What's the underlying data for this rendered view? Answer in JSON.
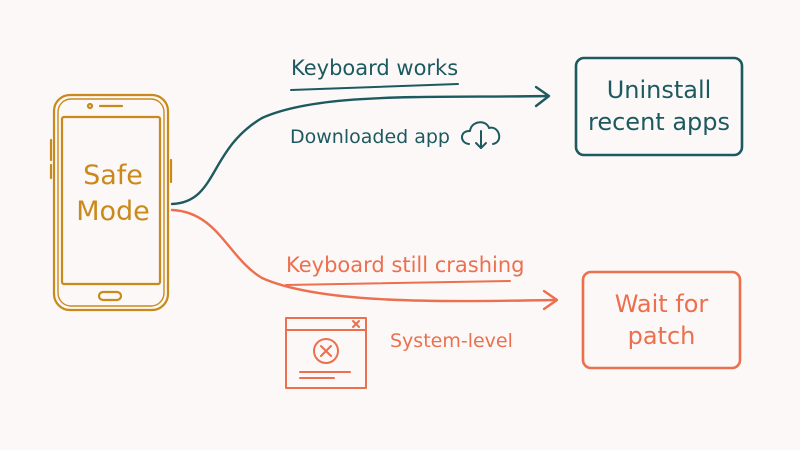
{
  "phone": {
    "line1": "Safe",
    "line2": "Mode"
  },
  "branches": {
    "top": {
      "label": "Keyboard works",
      "sublabel": "Downloaded app",
      "icon": "cloud-download-icon",
      "result_line1": "Uninstall",
      "result_line2": "recent apps"
    },
    "bottom": {
      "label": "Keyboard still crashing",
      "sublabel": "System-level",
      "icon": "error-window-icon",
      "result_line1": "Wait for",
      "result_line2": "patch"
    }
  },
  "colors": {
    "teal": "#1d5a5f",
    "orange": "#ec6f4e",
    "gold": "#c98a1b",
    "background": "#fcf8f8"
  }
}
